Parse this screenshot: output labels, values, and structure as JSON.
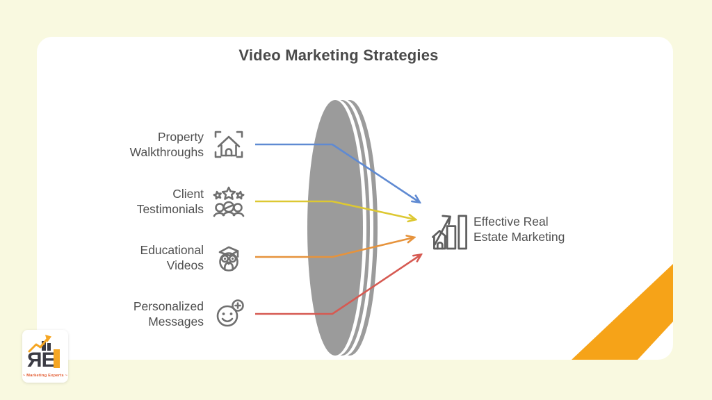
{
  "title": "Video Marketing Strategies",
  "strategies": [
    {
      "line1": "Property",
      "line2": "Walkthroughs",
      "icon": "house-viewfinder-icon",
      "arrow_color": "#5F8AD2"
    },
    {
      "line1": "Client",
      "line2": "Testimonials",
      "icon": "stars-people-icon",
      "arrow_color": "#DDC832"
    },
    {
      "line1": "Educational",
      "line2": "Videos",
      "icon": "owl-graduate-icon",
      "arrow_color": "#E6933C"
    },
    {
      "line1": "Personalized",
      "line2": "Messages",
      "icon": "smiley-plus-icon",
      "arrow_color": "#D65A52"
    }
  ],
  "outcome": {
    "line1": "Effective Real",
    "line2": "Estate Marketing",
    "icon": "growth-chart-house-icon"
  },
  "logo": {
    "letters": "ЯE",
    "tagline": "~ Marketing Experts ~"
  },
  "colors": {
    "background": "#F9F9E0",
    "card": "#FFFFFF",
    "title_text": "#4A4A4A",
    "label_text": "#4F4F4F",
    "lens_gray": "#9B9B9B",
    "arrow_blue": "#5F8AD2",
    "arrow_yellow": "#DDC832",
    "arrow_orange": "#E6933C",
    "arrow_red": "#D65A52",
    "accent_orange": "#F6A318",
    "logo_dark": "#3B3B44",
    "logo_accent": "#F5A623",
    "logo_tagline_color": "#E2572B"
  }
}
